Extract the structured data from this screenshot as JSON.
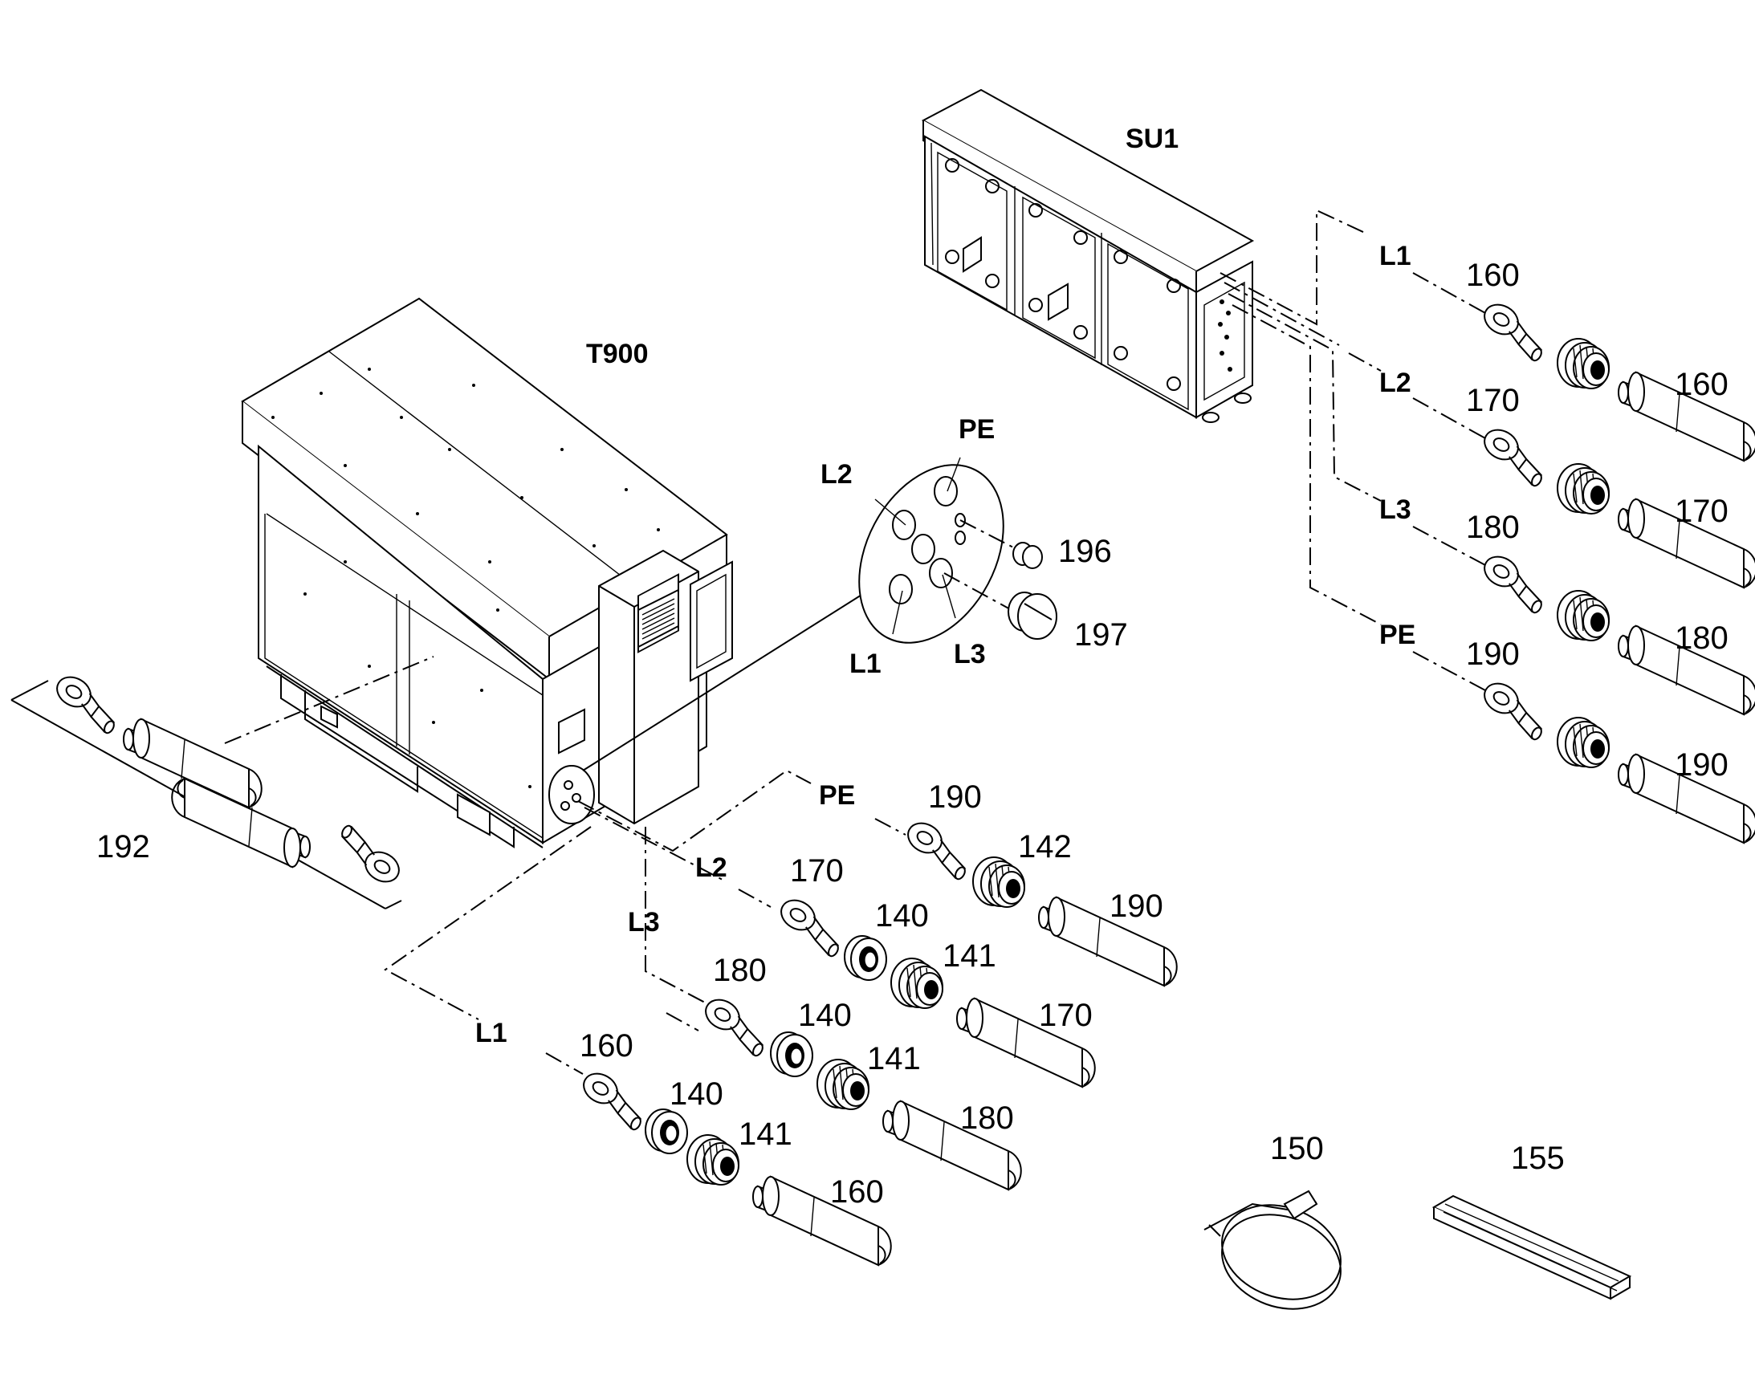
{
  "units": {
    "t900": "T900",
    "su1": "SU1"
  },
  "flange_labels": {
    "pe": "PE",
    "l2": "L2",
    "l1": "L1",
    "l3": "L3"
  },
  "plugs": {
    "small": "196",
    "large": "197"
  },
  "cable_192": "192",
  "su1_lines": [
    {
      "phase": "L1",
      "lug": "160",
      "cable": "160"
    },
    {
      "phase": "L2",
      "lug": "170",
      "cable": "170"
    },
    {
      "phase": "L3",
      "lug": "180",
      "cable": "180"
    },
    {
      "phase": "PE",
      "lug": "190",
      "cable": "190"
    }
  ],
  "t900_lines": [
    {
      "phase": "PE",
      "lug": "190",
      "gland": "142",
      "cable": "190"
    },
    {
      "phase": "L2",
      "lug": "170",
      "reducer": "140",
      "gland": "141",
      "cable": "170"
    },
    {
      "phase": "L3",
      "lug": "180",
      "reducer": "140",
      "gland": "141",
      "cable": "180"
    },
    {
      "phase": "L1",
      "lug": "160",
      "reducer": "140",
      "gland": "141",
      "cable": "160"
    }
  ],
  "accessories": {
    "clamp": "150",
    "strip": "155"
  }
}
